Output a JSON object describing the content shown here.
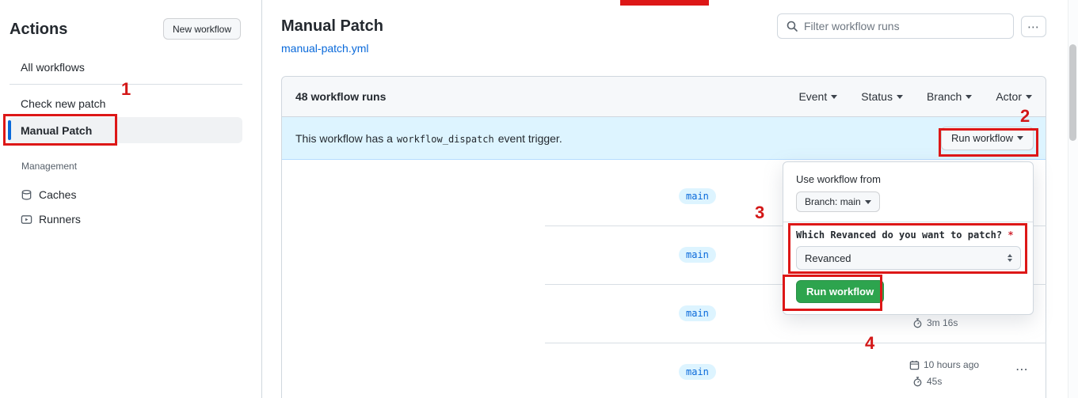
{
  "colors": {
    "accent_blue": "#0969da",
    "banner_blue_bg": "#ddf4ff",
    "success_green": "#2da44e",
    "annotation_red": "#dd1717"
  },
  "sidebar": {
    "title": "Actions",
    "new_workflow_button": "New workflow",
    "items": [
      {
        "label": "All workflows"
      },
      {
        "label": "Check new patch"
      },
      {
        "label": "Manual Patch"
      }
    ],
    "management_title": "Management",
    "management_items": [
      {
        "label": "Caches"
      },
      {
        "label": "Runners"
      }
    ]
  },
  "header": {
    "title": "Manual Patch",
    "workflow_file": "manual-patch.yml",
    "filter_placeholder": "Filter workflow runs",
    "kebab": "⋯"
  },
  "table": {
    "runs_count": "48 workflow runs",
    "filters": [
      "Event",
      "Status",
      "Branch",
      "Actor"
    ],
    "banner": {
      "text_before": "This workflow has a",
      "code": "workflow_dispatch",
      "text_after": "event trigger.",
      "run_button": "Run workflow"
    },
    "rows": [
      {
        "branch": "main"
      },
      {
        "branch": "main"
      },
      {
        "branch": "main",
        "duration": "3m 16s"
      },
      {
        "branch": "main",
        "date": "10 hours ago",
        "duration": "45s"
      }
    ],
    "row_kebab": "⋯"
  },
  "dropdown": {
    "use_workflow_from": "Use workflow from",
    "branch_selector": "Branch: main",
    "input_label": "Which Revanced do you want to patch?",
    "required": "*",
    "select_value": "Revanced",
    "run_button": "Run workflow"
  },
  "annotations": {
    "n1": "1",
    "n2": "2",
    "n3": "3",
    "n4": "4"
  }
}
